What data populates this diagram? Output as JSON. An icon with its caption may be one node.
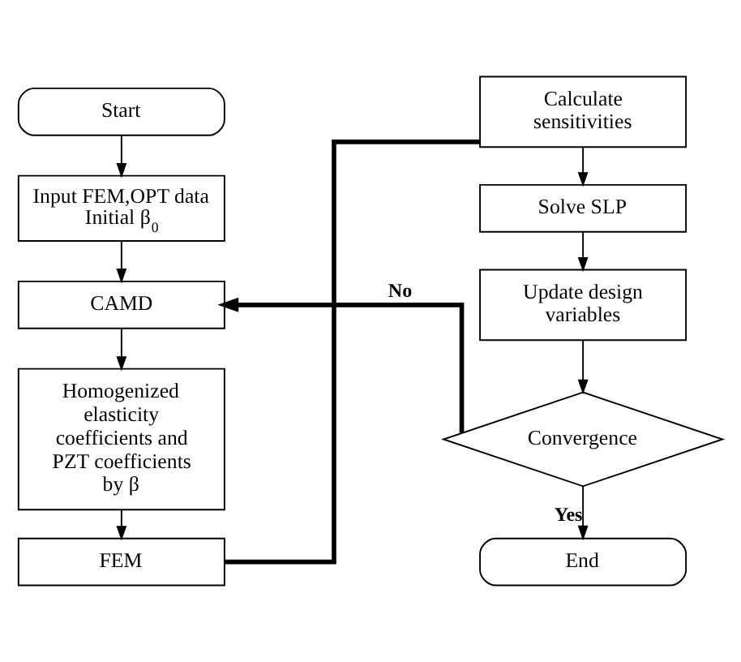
{
  "diagram": {
    "nodes": [
      {
        "text": [
          "Start"
        ]
      },
      {
        "text": [
          "Input FEM,OPT data Initial β$_{0}$"
        ]
      },
      {
        "text": [
          "CAMD"
        ]
      },
      {
        "text": [
          "Homogenized elasticity coefficients and PZT coefficients by β"
        ]
      },
      {
        "text": [
          "FEM"
        ]
      },
      {
        "text": [
          "Calculate sensitivities"
        ]
      },
      {
        "text": [
          "Solve SLP"
        ]
      },
      {
        "text": [
          "Update design variables"
        ]
      },
      {
        "text": [
          "Convergence"
        ]
      },
      {
        "text": [
          "End"
        ]
      }
    ],
    "edges": [
      {
        "from": 0,
        "to": 1,
        "arrow": "to"
      },
      {
        "from": 1,
        "to": 2,
        "arrow": "to"
      },
      {
        "from": 2,
        "to": 3,
        "arrow": "to"
      },
      {
        "from": 3,
        "to": 4,
        "arrow": "to"
      },
      {
        "from": 4,
        "to": 5,
        "arrow": "none",
        "style": "thick"
      },
      {
        "from": 5,
        "to": 6,
        "arrow": "to"
      },
      {
        "from": 6,
        "to": 7,
        "arrow": "to"
      },
      {
        "from": 7,
        "to": 8,
        "arrow": "to"
      },
      {
        "from": 8,
        "to": 2,
        "arrow": "to",
        "label": "No",
        "style": "thick"
      },
      {
        "from": 8,
        "to": 9,
        "arrow": "to",
        "label": "Yes"
      }
    ]
  }
}
